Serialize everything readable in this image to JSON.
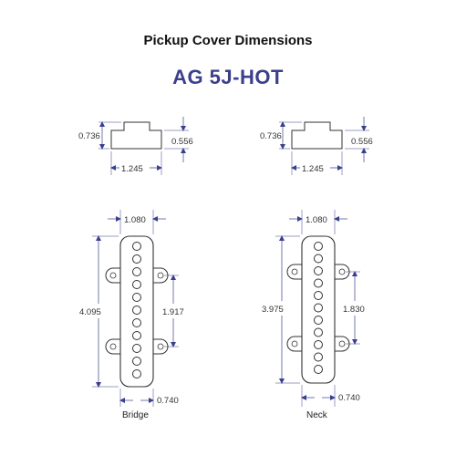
{
  "title": "Pickup Cover Dimensions",
  "model": "AG 5J-HOT",
  "colors": {
    "dimension_line": "#3b3f8c",
    "outline": "#333333",
    "title_accent": "#3b3f8c"
  },
  "side_views": [
    {
      "height_total": "0.736",
      "height_body": "0.556",
      "width": "1.245"
    },
    {
      "height_total": "0.736",
      "height_body": "0.556",
      "width": "1.245"
    }
  ],
  "top_views": [
    {
      "caption": "Bridge",
      "top_width": "1.080",
      "length": "4.095",
      "mount_spacing": "1.917",
      "bottom_width": "0.740"
    },
    {
      "caption": "Neck",
      "top_width": "1.080",
      "length": "3.975",
      "mount_spacing": "1.830",
      "bottom_width": "0.740"
    }
  ]
}
